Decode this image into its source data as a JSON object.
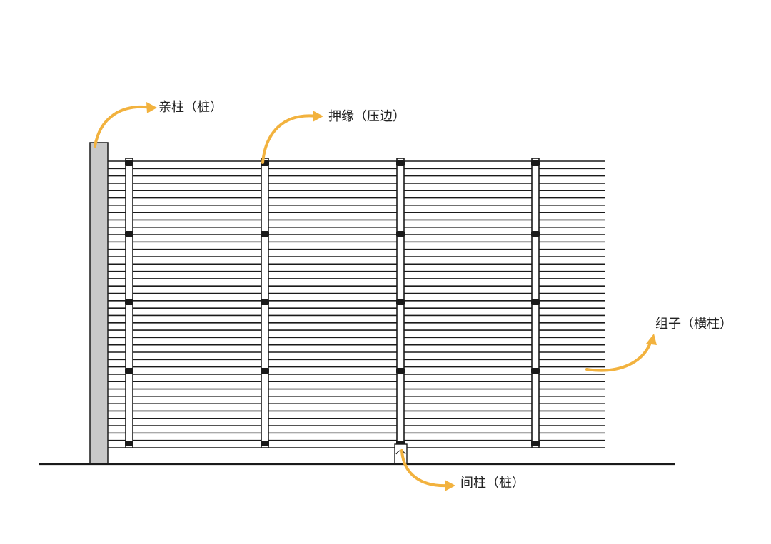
{
  "labels": {
    "main_post": "亲柱（桩）",
    "pressing_edge": "押缘（压边）",
    "slats": "组子（横柱）",
    "intermediate_post": "间柱（桩）"
  },
  "colors": {
    "arrow": "#f2b23e",
    "line": "#1a1a1a",
    "post_fill": "#c8c8c8",
    "text": "#222222"
  },
  "structure": {
    "slat_count": 40,
    "vertical_battens": 4,
    "intermediate_post_count": 1
  }
}
